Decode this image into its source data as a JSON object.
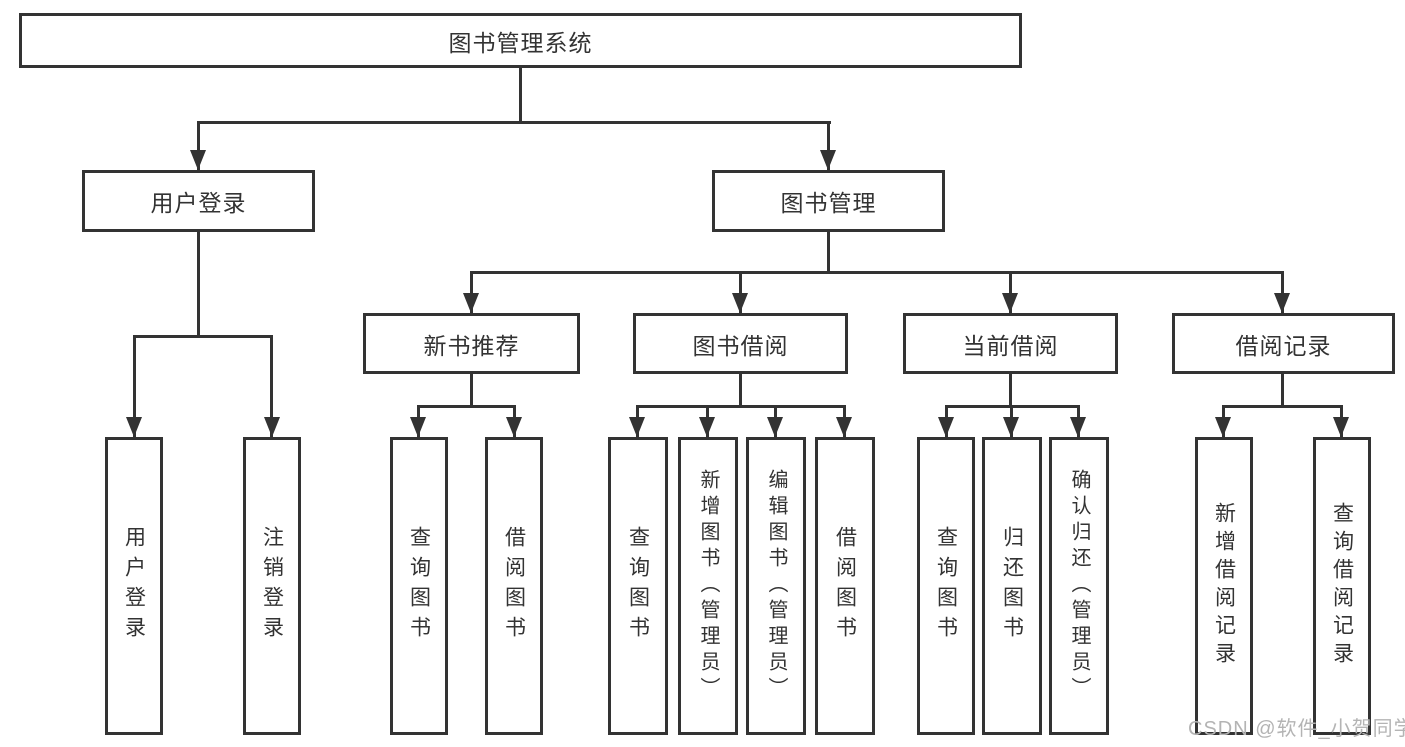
{
  "tree": {
    "root": {
      "label": "图书管理系统",
      "children": [
        {
          "label": "用户登录",
          "children": [
            {
              "label": "用户登录"
            },
            {
              "label": "注销登录"
            }
          ]
        },
        {
          "label": "图书管理",
          "children": [
            {
              "label": "新书推荐",
              "children": [
                {
                  "label": "查询图书"
                },
                {
                  "label": "借阅图书"
                }
              ]
            },
            {
              "label": "图书借阅",
              "children": [
                {
                  "label": "查询图书"
                },
                {
                  "label": "新增图书（管理员）"
                },
                {
                  "label": "编辑图书（管理员）"
                },
                {
                  "label": "借阅图书"
                }
              ]
            },
            {
              "label": "当前借阅",
              "children": [
                {
                  "label": "查询图书"
                },
                {
                  "label": "归还图书"
                },
                {
                  "label": "确认归还（管理员）"
                }
              ]
            },
            {
              "label": "借阅记录",
              "children": [
                {
                  "label": "新增借阅记录"
                },
                {
                  "label": "查询借阅记录"
                }
              ]
            }
          ]
        }
      ]
    }
  },
  "watermark": {
    "text": "CSDN @软件_小贺同学"
  },
  "colors": {
    "line": "#333333",
    "text": "#333333",
    "watermark": "#b4b4b4",
    "background": "#ffffff"
  }
}
